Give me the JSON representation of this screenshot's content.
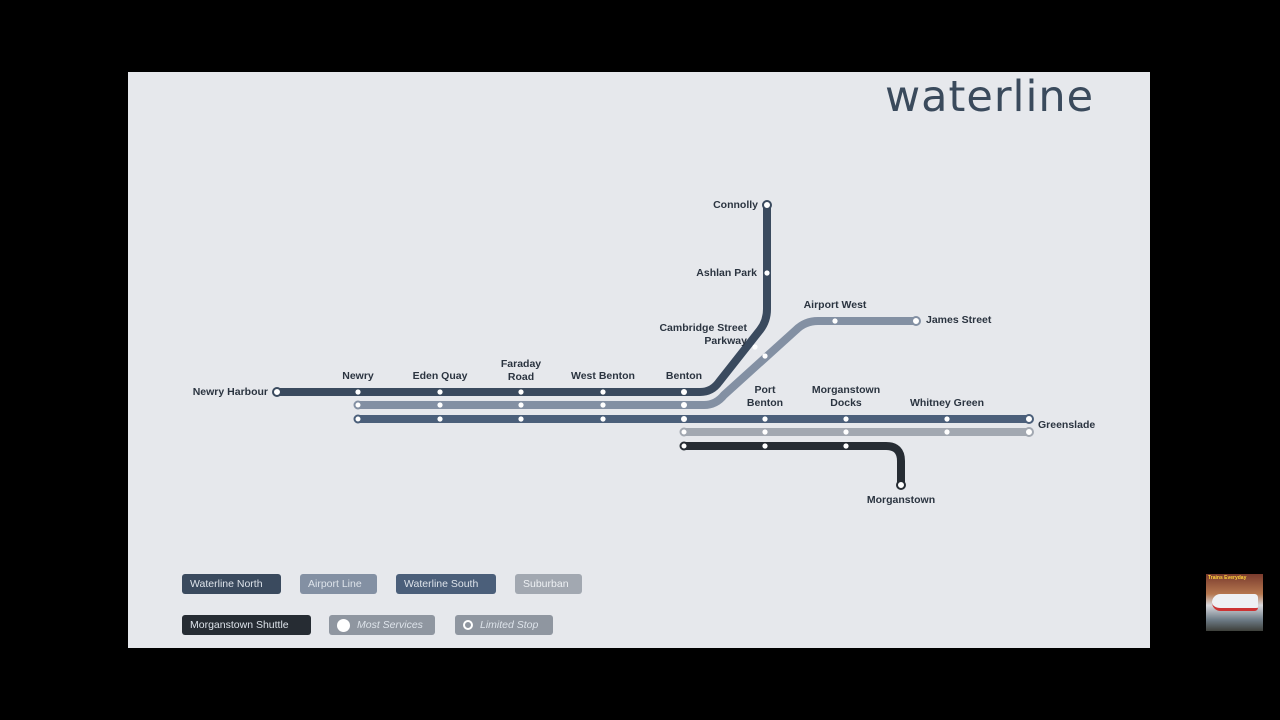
{
  "brand": {
    "logo": "waterline"
  },
  "colors": {
    "background": "#000000",
    "slide": "#e6e8ec",
    "waterline_north": "#3a4a5e",
    "airport_line": "#8390a3",
    "waterline_south": "#4b5f7a",
    "suburban": "#a2a8b1",
    "morganstown_shuttle": "#262c33"
  },
  "stations": {
    "newry_harbour": "Newry Harbour",
    "newry": "Newry",
    "eden_quay": "Eden Quay",
    "faraday_road": "Faraday\nRoad",
    "west_benton": "West Benton",
    "benton": "Benton",
    "cambridge_street_parkway": "Cambridge Street\nParkway",
    "ashlan_park": "Ashlan Park",
    "connolly": "Connolly",
    "airport_west": "Airport West",
    "james_street": "James Street",
    "port_benton": "Port\nBenton",
    "morganstown_docks": "Morganstown\nDocks",
    "whitney_green": "Whitney Green",
    "greenslade": "Greenslade",
    "morganstown": "Morganstown"
  },
  "legend": {
    "waterline_north": "Waterline North",
    "airport_line": "Airport Line",
    "waterline_south": "Waterline South",
    "suburban": "Suburban",
    "morganstown_shuttle": "Morganstown Shuttle",
    "most_services": "Most Services",
    "limited_stop": "Limited Stop"
  },
  "channel": {
    "thumbnail_text": "Trains Everyday",
    "icon": "train-thumbnail-icon"
  }
}
